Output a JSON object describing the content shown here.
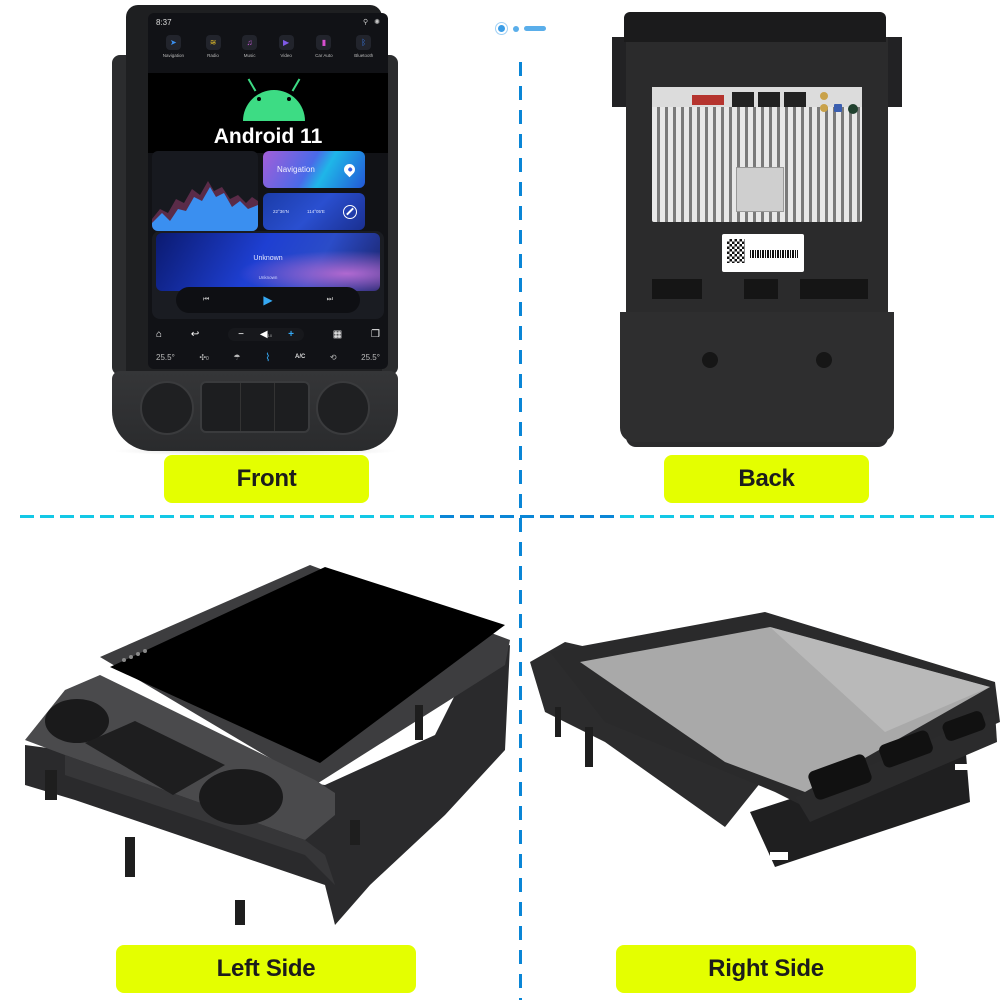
{
  "pager": {
    "indicators": [
      "active",
      "dot",
      "bar"
    ]
  },
  "panels": [
    {
      "id": "front",
      "label": "Front"
    },
    {
      "id": "back",
      "label": "Back"
    },
    {
      "id": "left",
      "label": "Left Side"
    },
    {
      "id": "right",
      "label": "Right Side"
    }
  ],
  "colors": {
    "label_bg": "#e4ff00",
    "label_text": "#1c1c1c",
    "divider_blue": "#0a86d6",
    "divider_cyan": "#13c8e6",
    "android_green": "#3ddc84",
    "accent_blue": "#35a8f3"
  },
  "screen": {
    "status_bar": {
      "time": "8:37"
    },
    "apps": [
      {
        "label": "Navigation",
        "icon": "navigation-arrow-icon",
        "glyph": "➤",
        "color": "#3a8ff0"
      },
      {
        "label": "Radio",
        "icon": "radio-icon",
        "glyph": "📶",
        "color": "#e6c02a"
      },
      {
        "label": "Music",
        "icon": "music-note-icon",
        "glyph": "♫",
        "color": "#c55ad6"
      },
      {
        "label": "Video",
        "icon": "video-play-icon",
        "glyph": "▶",
        "color": "#7f5ae6"
      },
      {
        "label": "Car Auto",
        "icon": "car-auto-icon",
        "glyph": "▮",
        "color": "#d84fd0"
      },
      {
        "label": "Bluetooth",
        "icon": "bluetooth-icon",
        "glyph": "ᛒ",
        "color": "#3a7ff0"
      }
    ],
    "android_banner": "Android 11",
    "nav_widget": {
      "label": "Navigation"
    },
    "compass_widget": {
      "lat": "22°36'N",
      "lon": "114°05'E"
    },
    "music": {
      "title": "Unknown",
      "artist": "Unknown"
    },
    "player": {
      "prev": "⏮",
      "play": "▶",
      "next": "⏭"
    },
    "dock": {
      "home": "⌂",
      "back": "↩",
      "minus": "−",
      "volume_icon": "◀",
      "volume": "10",
      "plus": "+",
      "apps": "▦",
      "recents": "❐"
    },
    "climate": {
      "left_temp": "25.5°",
      "fan": "✣",
      "fan_speed": "0",
      "defrost": "☂",
      "seat": "⌇",
      "ac": "A/C",
      "recirc": "⟲",
      "right_temp": "25.5°"
    }
  }
}
